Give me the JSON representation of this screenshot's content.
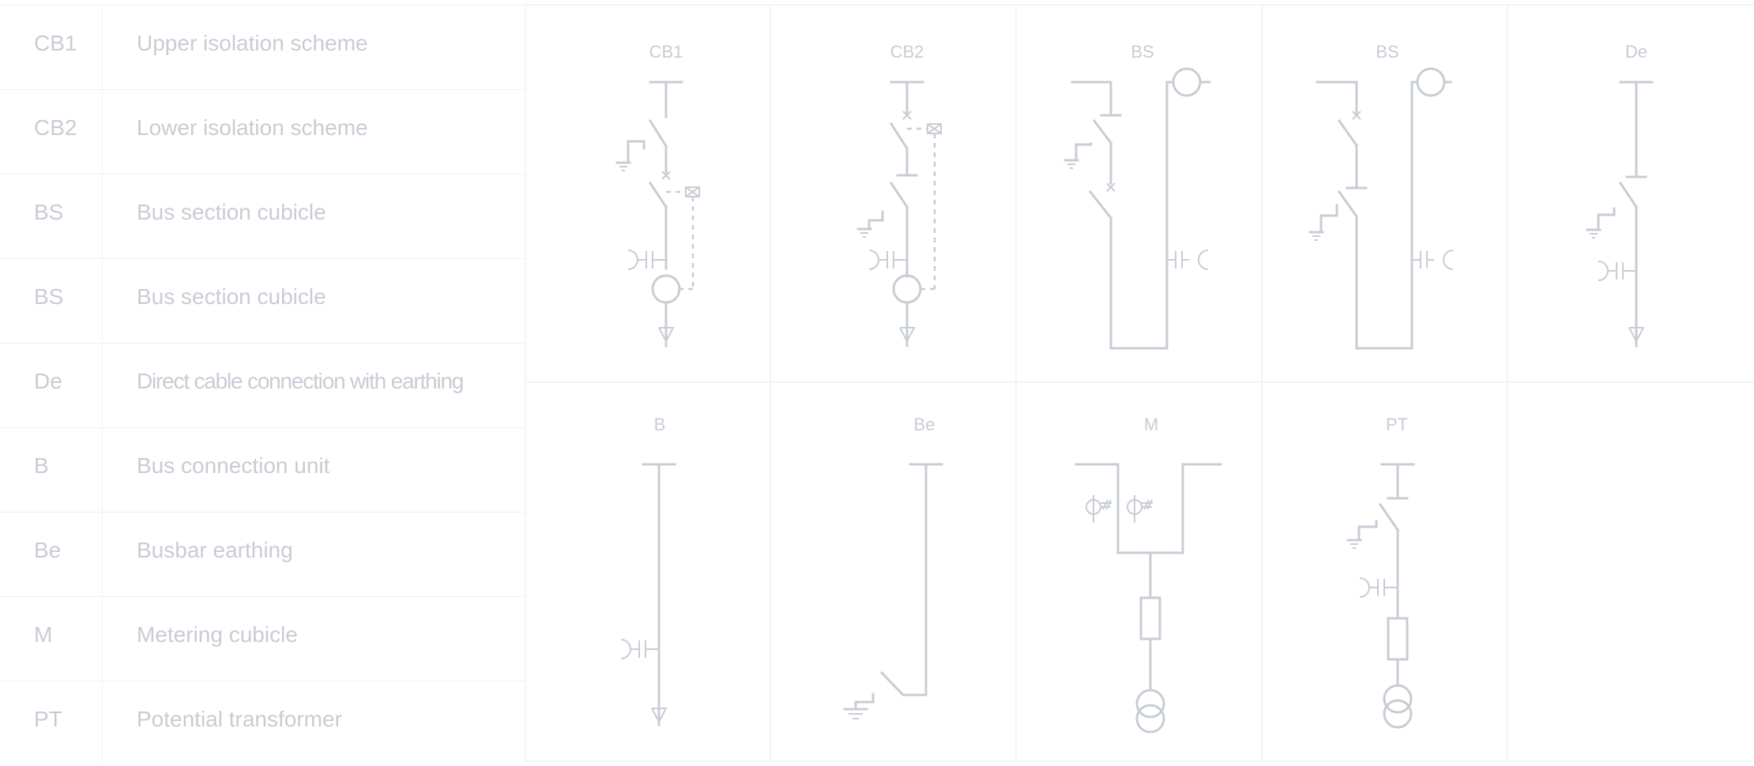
{
  "legend": [
    {
      "code": "CB1",
      "desc": "Upper isolation scheme"
    },
    {
      "code": "CB2",
      "desc": "Lower isolation scheme"
    },
    {
      "code": "BS",
      "desc": "Bus section cubicle"
    },
    {
      "code": "BS",
      "desc": "Bus section cubicle"
    },
    {
      "code": "De",
      "desc": "Direct cable connection  with earthing"
    },
    {
      "code": "B",
      "desc": "Bus connection unit"
    },
    {
      "code": "Be",
      "desc": "Busbar earthing"
    },
    {
      "code": "M",
      "desc": "Metering cubicle"
    },
    {
      "code": "PT",
      "desc": "Potential transformer"
    }
  ],
  "cells": [
    {
      "label": "CB1"
    },
    {
      "label": "CB2"
    },
    {
      "label": "BS"
    },
    {
      "label": "BS"
    },
    {
      "label": "De"
    },
    {
      "label": "B"
    },
    {
      "label": "Be"
    },
    {
      "label": "M"
    },
    {
      "label": "PT"
    }
  ],
  "colors": {
    "line": "#c8ccd4",
    "grid": "#eef0f3",
    "text": "#c8ccd4"
  }
}
